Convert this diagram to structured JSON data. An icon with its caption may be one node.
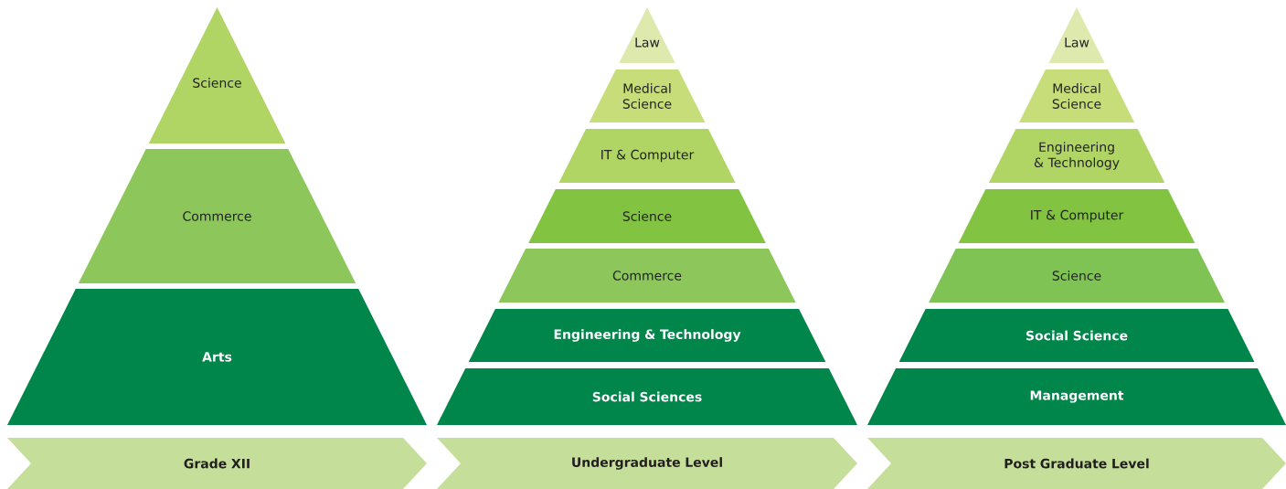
{
  "diagram": {
    "nodes": [
      {
        "text": [
          "Science"
        ]
      },
      {
        "text": [
          "Commerce"
        ]
      },
      {
        "text": [
          "Arts"
        ]
      },
      {
        "text": [
          "Grade XII"
        ]
      },
      {
        "text": [
          "Law"
        ]
      },
      {
        "text": [
          "Medical Science"
        ]
      },
      {
        "text": [
          "IT & Computer"
        ]
      },
      {
        "text": [
          "Science"
        ]
      },
      {
        "text": [
          "Commerce"
        ]
      },
      {
        "text": [
          "Engineering & Technology"
        ]
      },
      {
        "text": [
          "Social Sciences"
        ]
      },
      {
        "text": [
          "Undergraduate Level"
        ]
      },
      {
        "text": [
          "Law"
        ]
      },
      {
        "text": [
          "Medical Science"
        ]
      },
      {
        "text": [
          "Engineering & Technology"
        ]
      },
      {
        "text": [
          "IT & Computer"
        ]
      },
      {
        "text": [
          "Science"
        ]
      },
      {
        "text": [
          "Social Science"
        ]
      },
      {
        "text": [
          "Management"
        ]
      },
      {
        "text": [
          "Post Graduate Level"
        ]
      }
    ]
  }
}
